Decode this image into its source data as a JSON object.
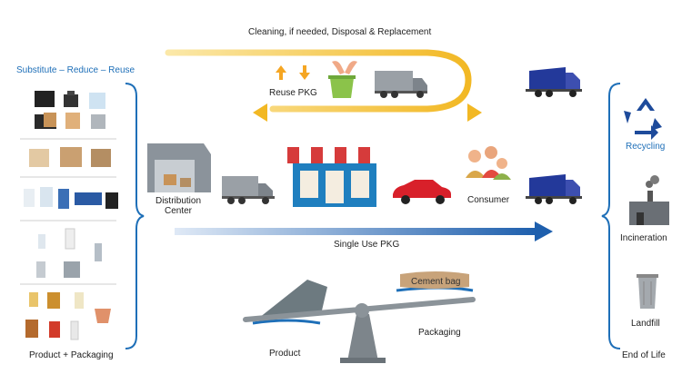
{
  "labels": {
    "top_loop": "Cleaning, if needed, Disposal & Replacement",
    "reuse_pkg": "Reuse PKG",
    "left_title": "Substitute – Reduce – Reuse",
    "distribution_center": "Distribution Center",
    "consumer": "Consumer",
    "single_use_pkg": "Single Use PKG",
    "product_packaging": "Product + Packaging",
    "recycling": "Recycling",
    "incineration": "Incineration",
    "landfill": "Landfill",
    "end_of_life": "End of Life",
    "cement_bag": "Cement bag",
    "product": "Product",
    "packaging": "Packaging"
  },
  "colors": {
    "accent_blue": "#1e6fb8",
    "loop_yellow": "#f2b824",
    "truck_blue": "#23399a",
    "store_awning_red": "#d63b3b",
    "car_red": "#d8202a",
    "recycle_blue": "#1e4b9b",
    "bin_green": "#8bc34a"
  },
  "icons": [
    "reuse-arrows-icon",
    "hands-icon",
    "recycle-bin-icon",
    "truck-icon",
    "garbage-truck-icon",
    "warehouse-icon",
    "store-icon",
    "car-icon",
    "consumers-icon",
    "recycling-symbol-icon",
    "incinerator-icon",
    "trash-can-icon",
    "balance-scale-icon"
  ]
}
